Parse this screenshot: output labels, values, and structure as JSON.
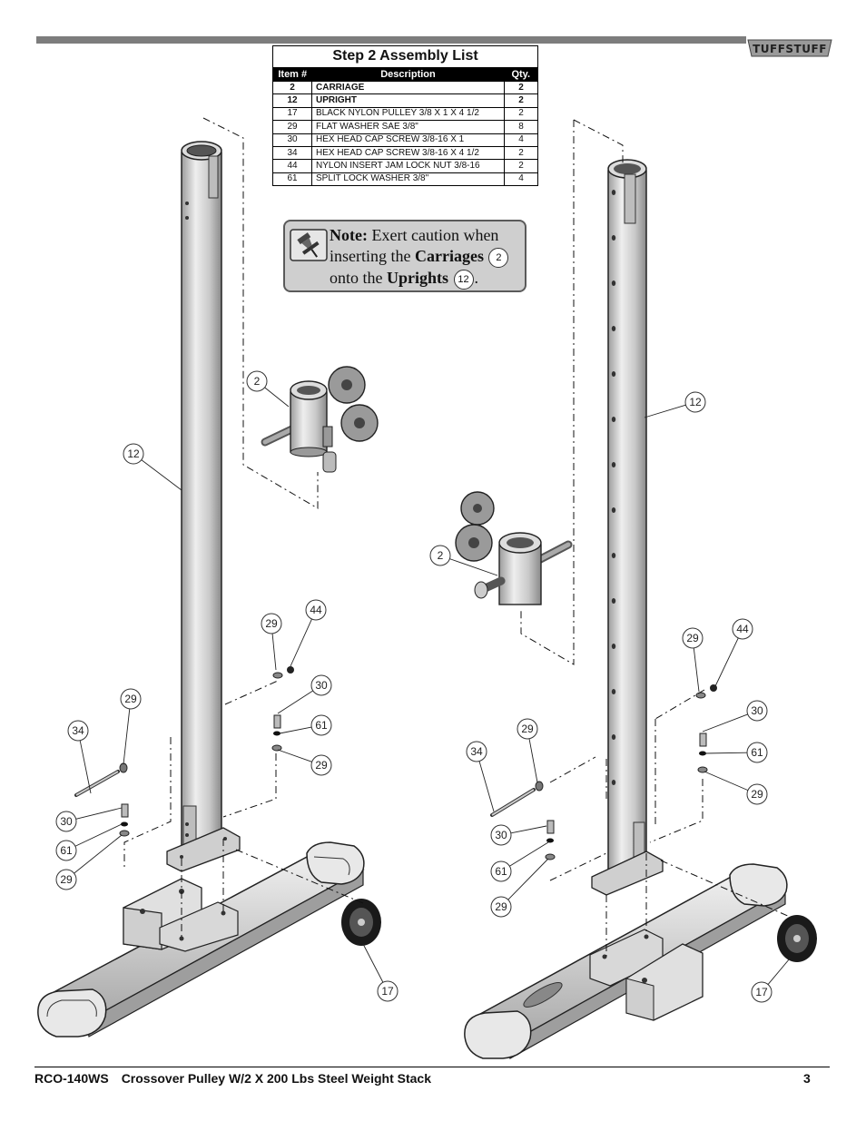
{
  "header": {
    "brand": "TUFFSTUFF"
  },
  "assembly_list": {
    "title": "Step 2    Assembly List",
    "columns": [
      "Item #",
      "Description",
      "Qty."
    ],
    "rows": [
      {
        "item": "2",
        "description": "CARRIAGE",
        "qty": "2",
        "bold": true
      },
      {
        "item": "12",
        "description": "UPRIGHT",
        "qty": "2",
        "bold": true
      },
      {
        "item": "17",
        "description": "BLACK NYLON PULLEY 3/8 X 1 X 4 1/2",
        "qty": "2",
        "bold": false
      },
      {
        "item": "29",
        "description": "FLAT WASHER SAE 3/8\"",
        "qty": "8",
        "bold": false
      },
      {
        "item": "30",
        "description": "HEX HEAD CAP SCREW 3/8-16 X 1",
        "qty": "4",
        "bold": false
      },
      {
        "item": "34",
        "description": "HEX HEAD CAP SCREW 3/8-16 X 4 1/2",
        "qty": "2",
        "bold": false
      },
      {
        "item": "44",
        "description": "NYLON INSERT JAM LOCK NUT 3/8-16",
        "qty": "2",
        "bold": false
      },
      {
        "item": "61",
        "description": "SPLIT LOCK WASHER 3/8\"",
        "qty": "4",
        "bold": false
      }
    ]
  },
  "note": {
    "icon": "pushpin-icon",
    "label": "Note:",
    "text1": " Exert caution when inserting the ",
    "carriages": "Carriages",
    "carriages_ref": "2",
    "text2": "onto the ",
    "uprights": "Uprights",
    "uprights_ref": "12",
    "end": "."
  },
  "callouts": {
    "left": [
      "2",
      "12",
      "29",
      "44",
      "30",
      "61",
      "29",
      "29",
      "34",
      "30",
      "61",
      "29",
      "17"
    ],
    "right": [
      "12",
      "2",
      "29",
      "44",
      "30",
      "61",
      "29",
      "29",
      "34",
      "30",
      "61",
      "29",
      "17"
    ]
  },
  "footer": {
    "model": "RCO-140WS",
    "title": "Crossover Pulley W/2 X 200 Lbs Steel Weight Stack",
    "page": "3"
  },
  "colors": {
    "bar": "#7d7d7d",
    "note_bg": "#cfcfcf",
    "metal": "#d6d6d6"
  }
}
